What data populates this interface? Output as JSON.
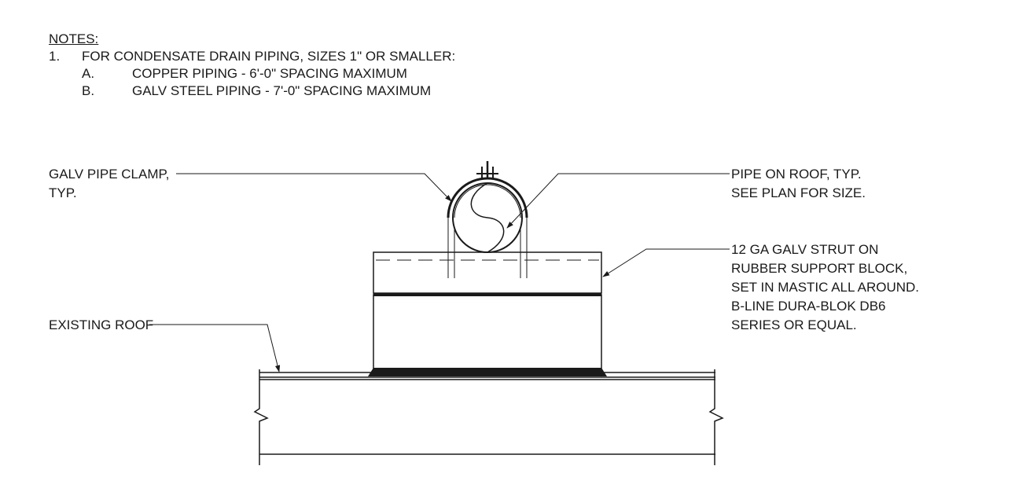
{
  "notes": {
    "heading": "NOTES:",
    "item1_num": "1.",
    "item1_text": "FOR CONDENSATE DRAIN PIPING, SIZES 1\" OR SMALLER:",
    "subA_letter": "A.",
    "subA_text": "COPPER PIPING - 6'-0\" SPACING MAXIMUM",
    "subB_letter": "B.",
    "subB_text": "GALV STEEL PIPING - 7'-0\" SPACING MAXIMUM"
  },
  "callouts": {
    "clamp_line1": "GALV PIPE CLAMP,",
    "clamp_line2": "TYP.",
    "pipe_line1": "PIPE ON ROOF, TYP.",
    "pipe_line2": "SEE PLAN FOR SIZE.",
    "strut_line1": "12 GA GALV STRUT ON",
    "strut_line2": "RUBBER SUPPORT BLOCK,",
    "strut_line3": "SET IN MASTIC ALL AROUND.",
    "strut_line4": "B-LINE DURA-BLOK DB6",
    "strut_line5": "SERIES OR EQUAL.",
    "roof": "EXISTING ROOF"
  }
}
